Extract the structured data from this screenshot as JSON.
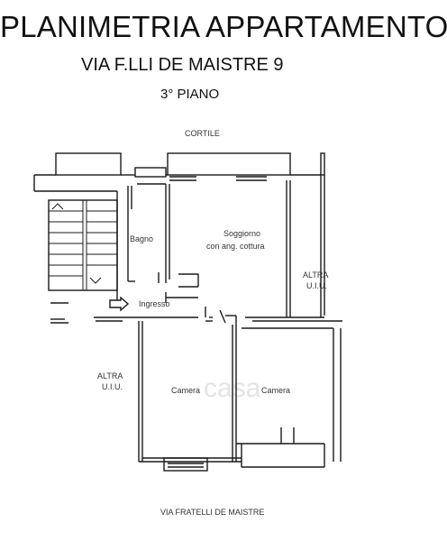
{
  "header": {
    "title": "PLANIMETRIA APPARTAMENTO",
    "address": "VIA F.LLI DE MAISTRE 9",
    "floor": "3° PIANO"
  },
  "plan": {
    "top_label": "CORTILE",
    "bottom_label": "VIA FRATELLI DE MAISTRE",
    "rooms": {
      "bagno": "Bagno",
      "soggiorno_line1": "Soggiorno",
      "soggiorno_line2": "con ang. cottura",
      "ingresso": "Ingresso",
      "camera_left": "Camera",
      "camera_right": "Camera"
    },
    "altra_right_line1": "ALTRA",
    "altra_right_line2": "U.I.U.",
    "altra_left_line1": "ALTRA",
    "altra_left_line2": "U.I.U.",
    "watermark": "casa"
  },
  "colors": {
    "wall": "#1a1a1a",
    "label": "#333333",
    "watermark": "#e4e4e4"
  }
}
